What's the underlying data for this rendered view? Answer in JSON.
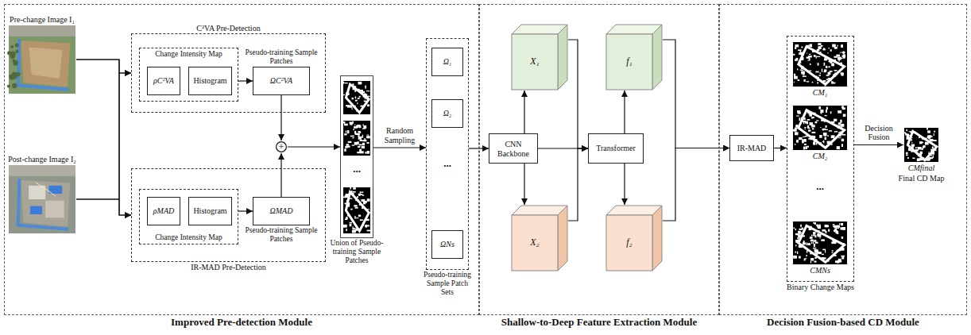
{
  "diagram": {
    "nodes": [
      {
        "text": [
          "Improved Pre-detection Module"
        ]
      },
      {
        "text": [
          "Pre-change Image I₁"
        ],
        "in": 0
      },
      {
        "text": [
          "Post-change Image I₂"
        ],
        "in": 0
      },
      {
        "text": [
          "C²VA Pre-Detection"
        ],
        "in": 0
      },
      {
        "text": [
          "Change Intensity Map"
        ],
        "in": 3
      },
      {
        "text": [
          "ρC²VA"
        ],
        "in": 4
      },
      {
        "text": [
          "Histogram"
        ],
        "in": 4
      },
      {
        "text": [
          "Pseudo-training Sample Patches",
          "ΩC²VA"
        ],
        "in": 3
      },
      {
        "text": [
          "+"
        ],
        "in": 0
      },
      {
        "text": [
          "IR-MAD Pre-Detection"
        ],
        "in": 0
      },
      {
        "text": [
          "Change Intensity Map"
        ],
        "in": 9
      },
      {
        "text": [
          "ρMAD"
        ],
        "in": 10
      },
      {
        "text": [
          "Histogram"
        ],
        "in": 10
      },
      {
        "text": [
          "ΩMAD",
          "Pseudo-training Sample Patches"
        ],
        "in": 9
      },
      {
        "text": [
          "Union of Pseudo-training Sample Patches"
        ],
        "in": 0
      },
      {
        "text": [
          "Pseudo-training Sample Patch Sets"
        ],
        "in": 0
      },
      {
        "text": [
          "Ω₁"
        ],
        "in": 15
      },
      {
        "text": [
          "Ω₂"
        ],
        "in": 15
      },
      {
        "text": [
          "ΩNs"
        ],
        "in": 15
      },
      {
        "text": [
          "Shallow-to-Deep Feature Extraction Module"
        ]
      },
      {
        "text": [
          "X₁"
        ],
        "in": 19
      },
      {
        "text": [
          "CNN Backbone"
        ],
        "in": 19
      },
      {
        "text": [
          "X₂"
        ],
        "in": 19
      },
      {
        "text": [
          "f₁"
        ],
        "in": 19
      },
      {
        "text": [
          "Transformer"
        ],
        "in": 19
      },
      {
        "text": [
          "f₂"
        ],
        "in": 19
      },
      {
        "text": [
          "Decision Fusion-based CD Module"
        ]
      },
      {
        "text": [
          "IR-MAD"
        ],
        "in": 26
      },
      {
        "text": [
          "Binary Change Maps"
        ],
        "in": 26
      },
      {
        "text": [
          "CM₁"
        ],
        "in": 28
      },
      {
        "text": [
          "CM₂"
        ],
        "in": 28
      },
      {
        "text": [
          "CMNs"
        ],
        "in": 28
      },
      {
        "text": [
          "CMfinal",
          "Final CD Map"
        ],
        "in": 26
      }
    ],
    "edges": [
      {
        "from": 1,
        "to": 3,
        "arrow": "to"
      },
      {
        "from": 1,
        "to": 9,
        "arrow": "to"
      },
      {
        "from": 2,
        "to": 3,
        "arrow": "to"
      },
      {
        "from": 2,
        "to": 9,
        "arrow": "to"
      },
      {
        "from": 4,
        "to": 7,
        "arrow": "to"
      },
      {
        "from": 10,
        "to": 13,
        "arrow": "to"
      },
      {
        "from": 7,
        "to": 8,
        "arrow": "to"
      },
      {
        "from": 13,
        "to": 8,
        "arrow": "to"
      },
      {
        "from": 8,
        "to": 14,
        "arrow": "to"
      },
      {
        "from": 14,
        "to": 15,
        "label": "Random Sampling",
        "arrow": "to"
      },
      {
        "from": 15,
        "to": 21,
        "arrow": "to"
      },
      {
        "from": 21,
        "to": 20,
        "arrow": "to"
      },
      {
        "from": 21,
        "to": 22,
        "arrow": "to"
      },
      {
        "from": 21,
        "to": 24,
        "arrow": "to"
      },
      {
        "from": 20,
        "to": 24,
        "arrow": "to"
      },
      {
        "from": 22,
        "to": 24,
        "arrow": "to"
      },
      {
        "from": 24,
        "to": 23,
        "arrow": "to"
      },
      {
        "from": 24,
        "to": 25,
        "arrow": "to"
      },
      {
        "from": 23,
        "to": 27,
        "arrow": "to"
      },
      {
        "from": 25,
        "to": 27,
        "arrow": "to"
      },
      {
        "from": 27,
        "to": 28,
        "arrow": "to"
      },
      {
        "from": 28,
        "to": 32,
        "label": "Decision Fusion",
        "arrow": "to"
      }
    ],
    "labels": [
      "...",
      "...",
      "..."
    ]
  }
}
